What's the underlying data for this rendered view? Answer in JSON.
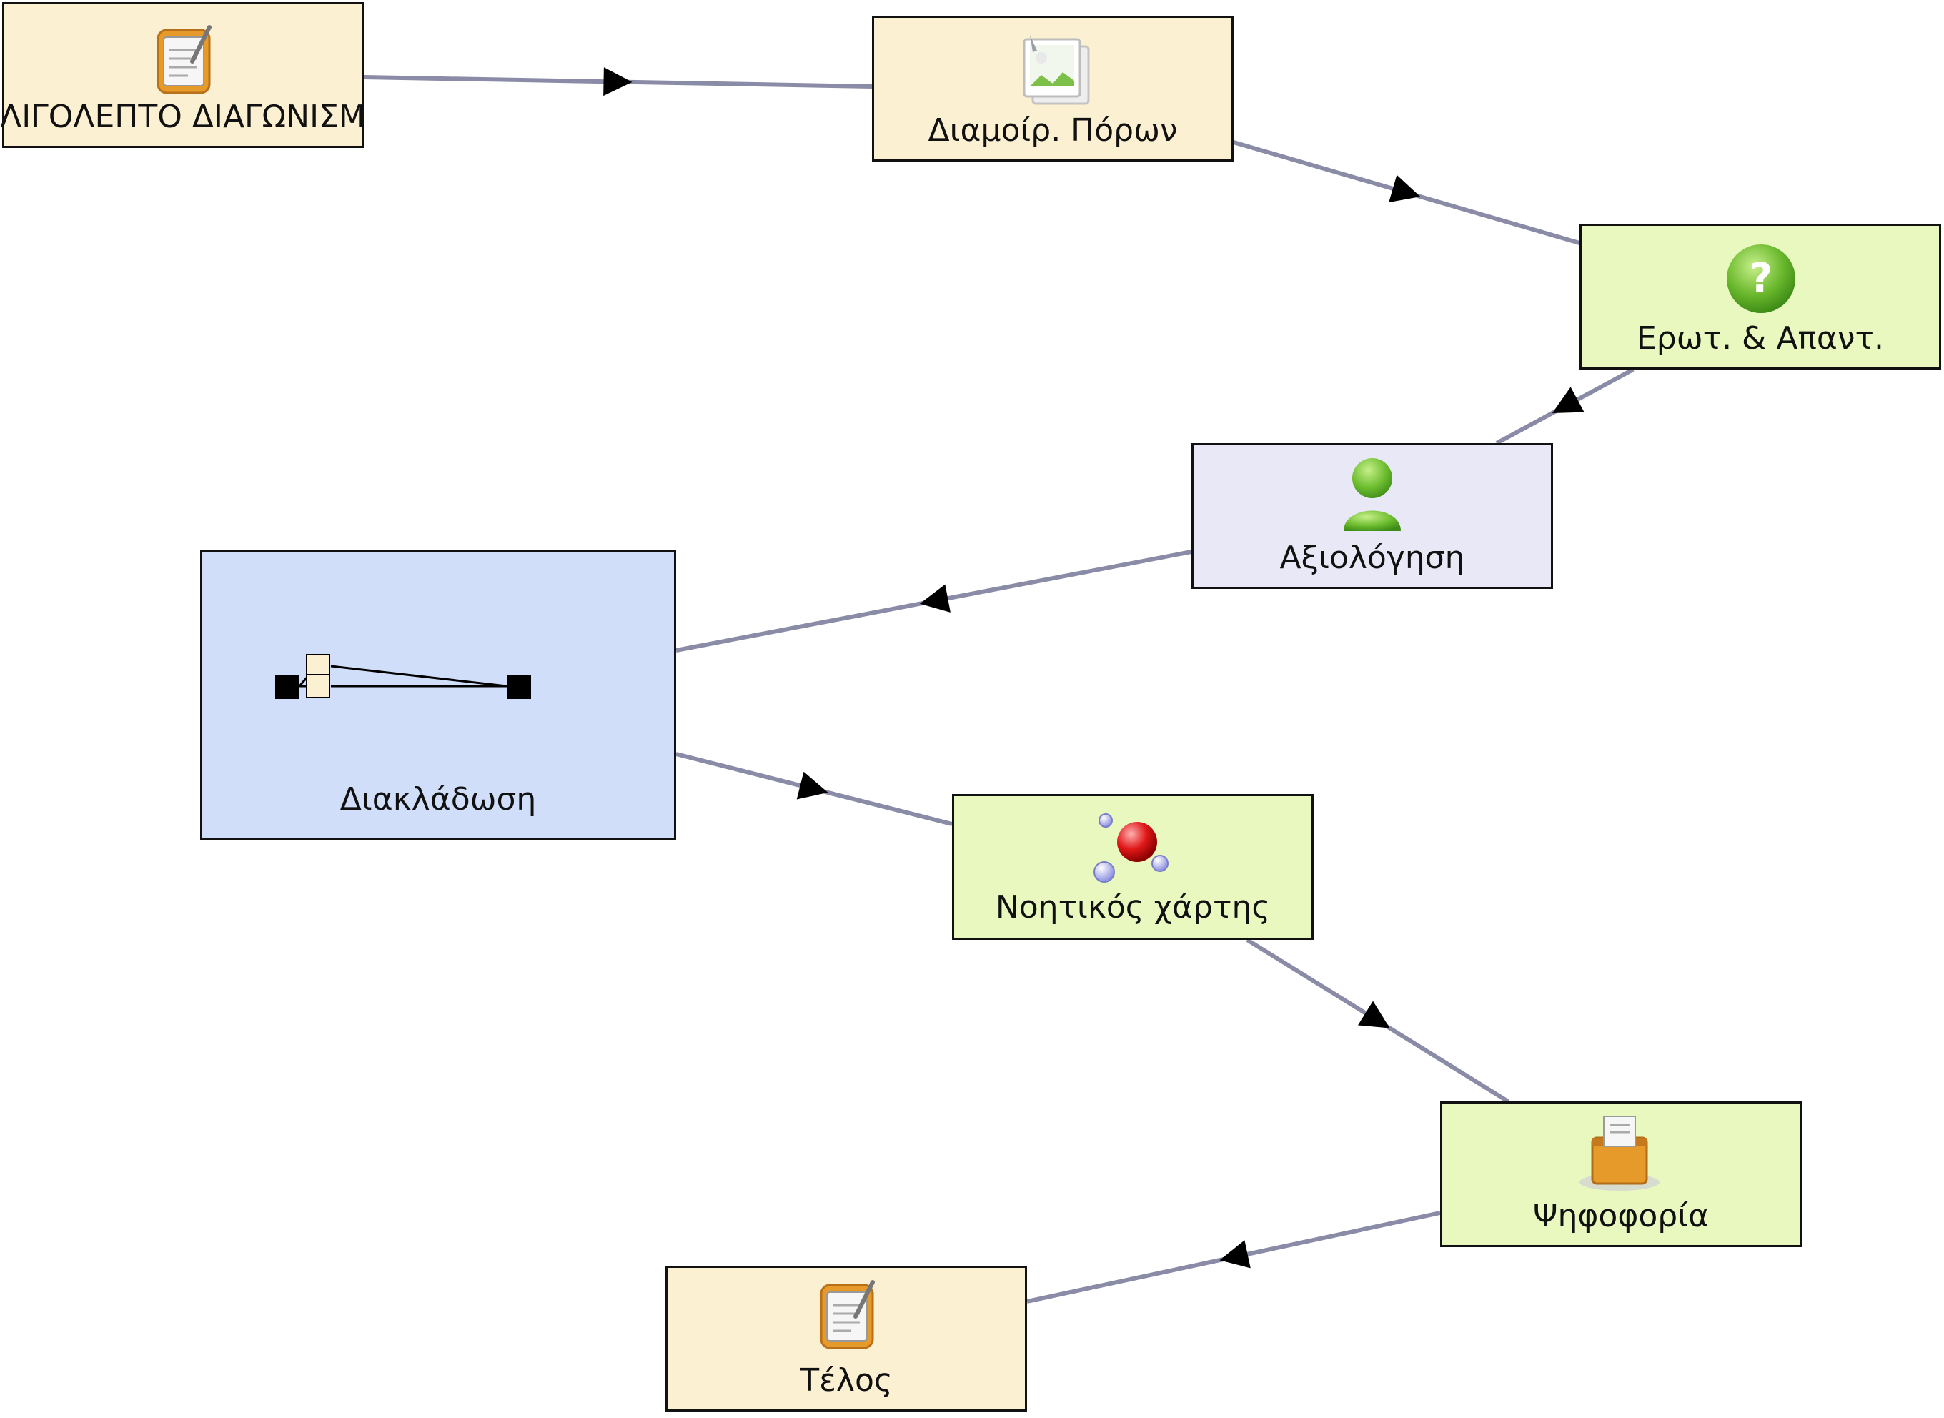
{
  "diagram": {
    "colors": {
      "edge": "#8a8ba6",
      "arrow": "#000000",
      "tan": "#fcf0d2",
      "green": "#e8f8be",
      "lavender": "#e9e8f6",
      "blue": "#d0defa"
    },
    "nodes": [
      {
        "id": "start",
        "label": "ΛΙΓΟΛΕΠΤΟ ΔΙΑΓΩΝΙΣΜ",
        "icon": "clipboard-icon"
      },
      {
        "id": "resources",
        "label": "Διαμοίρ. Πόρων",
        "icon": "image-share-icon"
      },
      {
        "id": "qa",
        "label": "Ερωτ. & Απαντ.",
        "icon": "question-icon"
      },
      {
        "id": "assessment",
        "label": "Αξιολόγηση",
        "icon": "user-icon"
      },
      {
        "id": "branching",
        "label": "Διακλάδωση",
        "icon": "branch-icon"
      },
      {
        "id": "mindmap",
        "label": "Νοητικός χάρτης",
        "icon": "mindmap-icon"
      },
      {
        "id": "voting",
        "label": "Ψηφοφορία",
        "icon": "ballot-box-icon"
      },
      {
        "id": "end",
        "label": "Τέλος",
        "icon": "clipboard-icon"
      }
    ],
    "edges": [
      {
        "from": "start",
        "to": "resources"
      },
      {
        "from": "resources",
        "to": "qa"
      },
      {
        "from": "qa",
        "to": "assessment"
      },
      {
        "from": "assessment",
        "to": "branching"
      },
      {
        "from": "branching",
        "to": "mindmap"
      },
      {
        "from": "mindmap",
        "to": "voting"
      },
      {
        "from": "voting",
        "to": "end"
      }
    ]
  }
}
